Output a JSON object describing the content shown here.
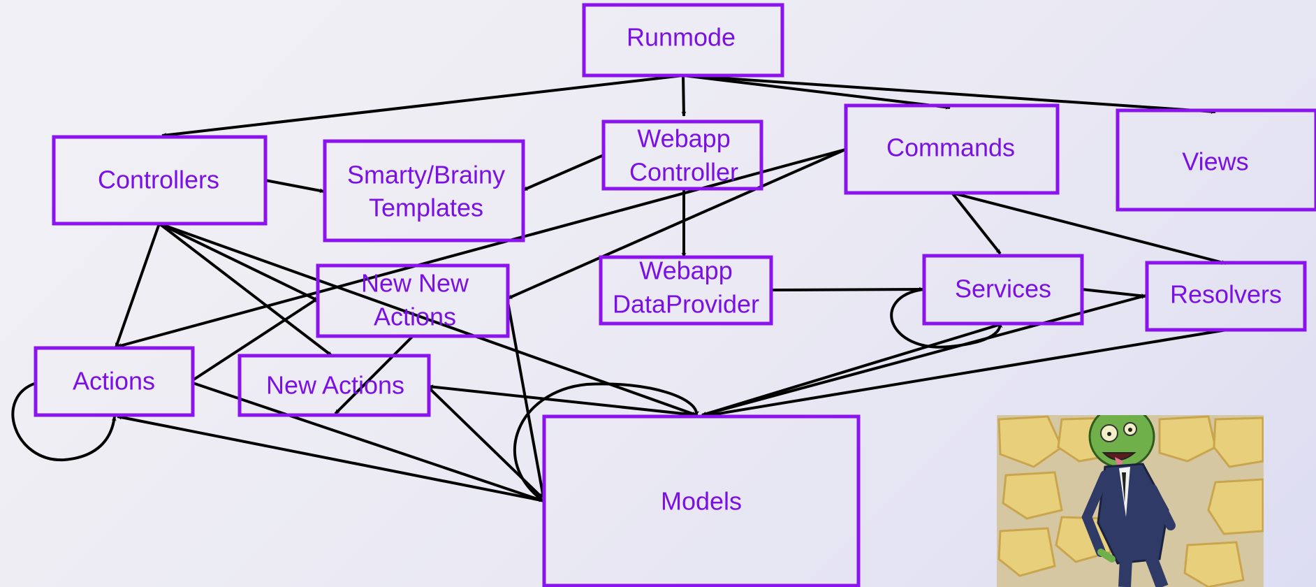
{
  "nodes": {
    "runmode": {
      "label": "Runmode"
    },
    "controllers": {
      "label": "Controllers"
    },
    "smarty_templates": {
      "label_line1": "Smarty/Brainy",
      "label_line2": "Templates"
    },
    "webapp_controller": {
      "label_line1": "Webapp",
      "label_line2": "Controller"
    },
    "commands": {
      "label": "Commands"
    },
    "views": {
      "label": "Views"
    },
    "new_new_actions": {
      "label_line1": "New New",
      "label_line2": "Actions"
    },
    "webapp_dataprovider": {
      "label_line1": "Webapp",
      "label_line2": "DataProvider"
    },
    "services": {
      "label": "Services"
    },
    "resolvers": {
      "label": "Resolvers"
    },
    "actions": {
      "label": "Actions"
    },
    "new_actions": {
      "label": "New Actions"
    },
    "models": {
      "label": "Models"
    }
  },
  "colors": {
    "node_border": "#8a13ee",
    "node_text": "#7a10e6",
    "edge": "#000000"
  },
  "image": {
    "icon": "zombie-ravioli-picture"
  }
}
